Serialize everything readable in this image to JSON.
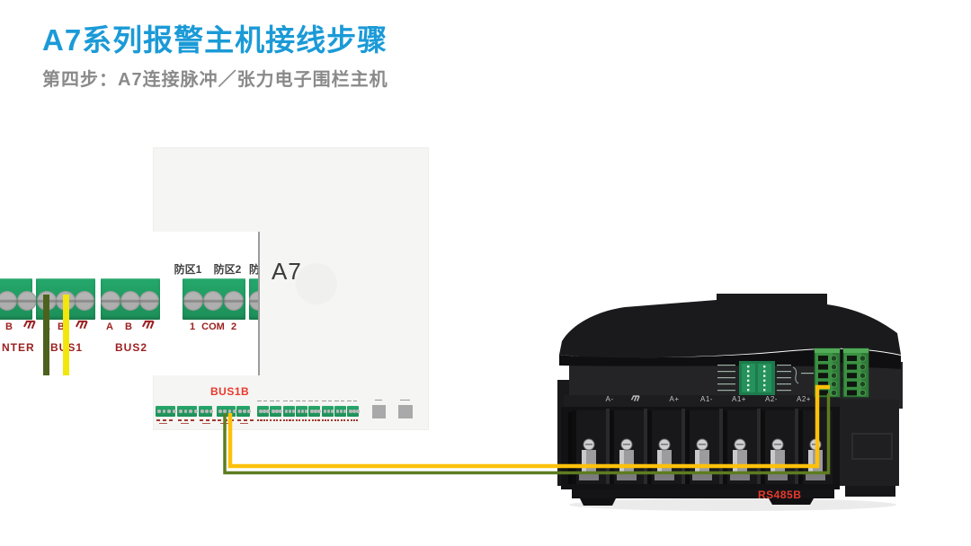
{
  "header": {
    "title": "A7系列报警主机接线步骤",
    "subtitle": "第四步：A7连接脉冲／张力电子围栏主机"
  },
  "board": {
    "model_label": "A7",
    "bus_label": "BUS1B"
  },
  "inset": {
    "zone_labels": [
      "防区1",
      "防区2",
      "防"
    ],
    "blocks": [
      {
        "pins": [
          "B",
          "gnd-icon"
        ],
        "name": "NTER"
      },
      {
        "pins": [
          "A",
          "B",
          "gnd-icon"
        ],
        "name": "BUS1"
      },
      {
        "pins": [
          "A",
          "B",
          "gnd-icon"
        ],
        "name": "BUS2"
      },
      {
        "pins": [
          "1",
          "COM",
          "2"
        ],
        "name": ""
      },
      {
        "pins": [],
        "name": ""
      }
    ]
  },
  "device": {
    "terminal_labels": [
      "A-",
      "gnd-icon",
      "A+",
      "A1-",
      "A1+",
      "A2-",
      "A2+"
    ],
    "port_label": "RS485B"
  },
  "colors": {
    "title_blue": "#1b9ad7",
    "subtitle_gray": "#8a8a8a",
    "terminal_green": "#1f9e62",
    "dark_red": "#9b2020",
    "bright_red": "#e8392c",
    "wire_green": "#4d611e",
    "wire_green_long": "#5e7c20",
    "wire_yellow": "#f2e60c",
    "wire_yellow_long": "#fdc10a"
  }
}
